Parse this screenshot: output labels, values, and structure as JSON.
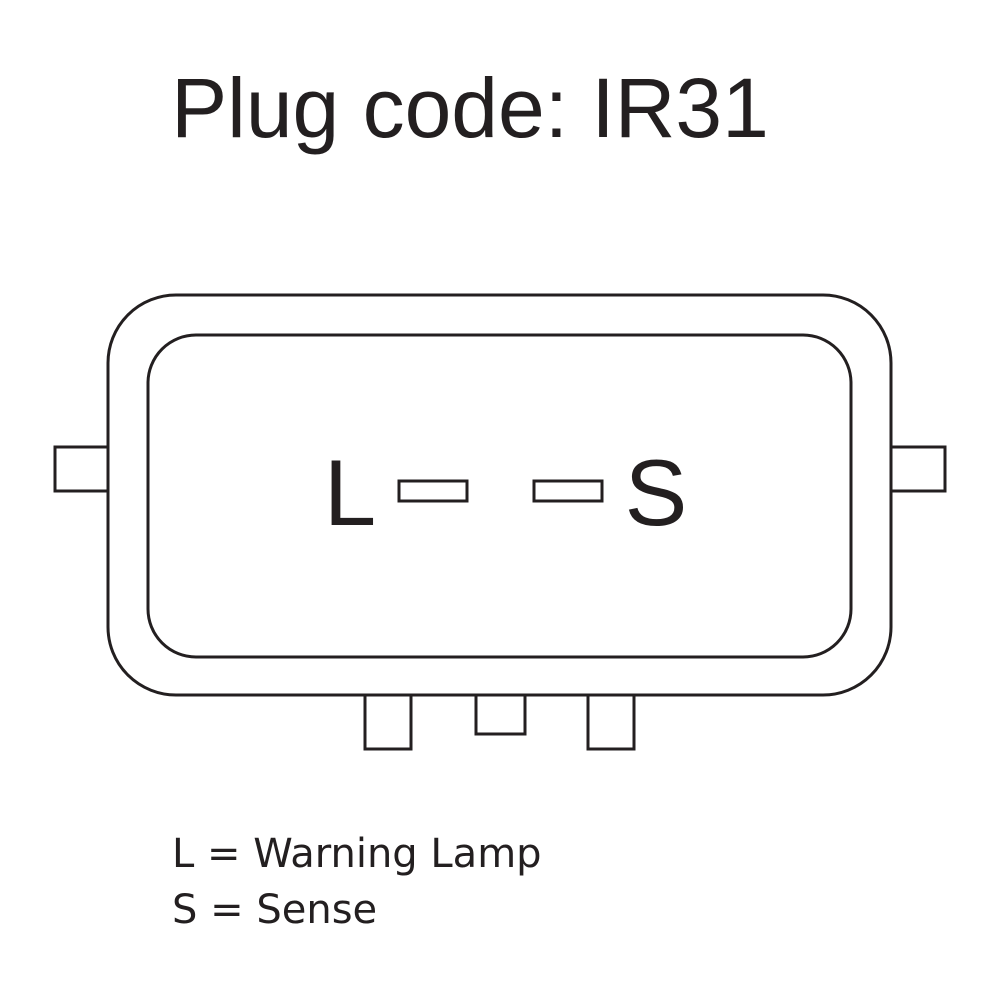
{
  "title": "Plug code: IR31",
  "connector": {
    "terminal_left_label": "L",
    "terminal_right_label": "S"
  },
  "legend": [
    {
      "text": "L = Warning Lamp"
    },
    {
      "text": "S = Sense"
    }
  ],
  "colors": {
    "stroke": "#231f20",
    "background": "#ffffff"
  }
}
